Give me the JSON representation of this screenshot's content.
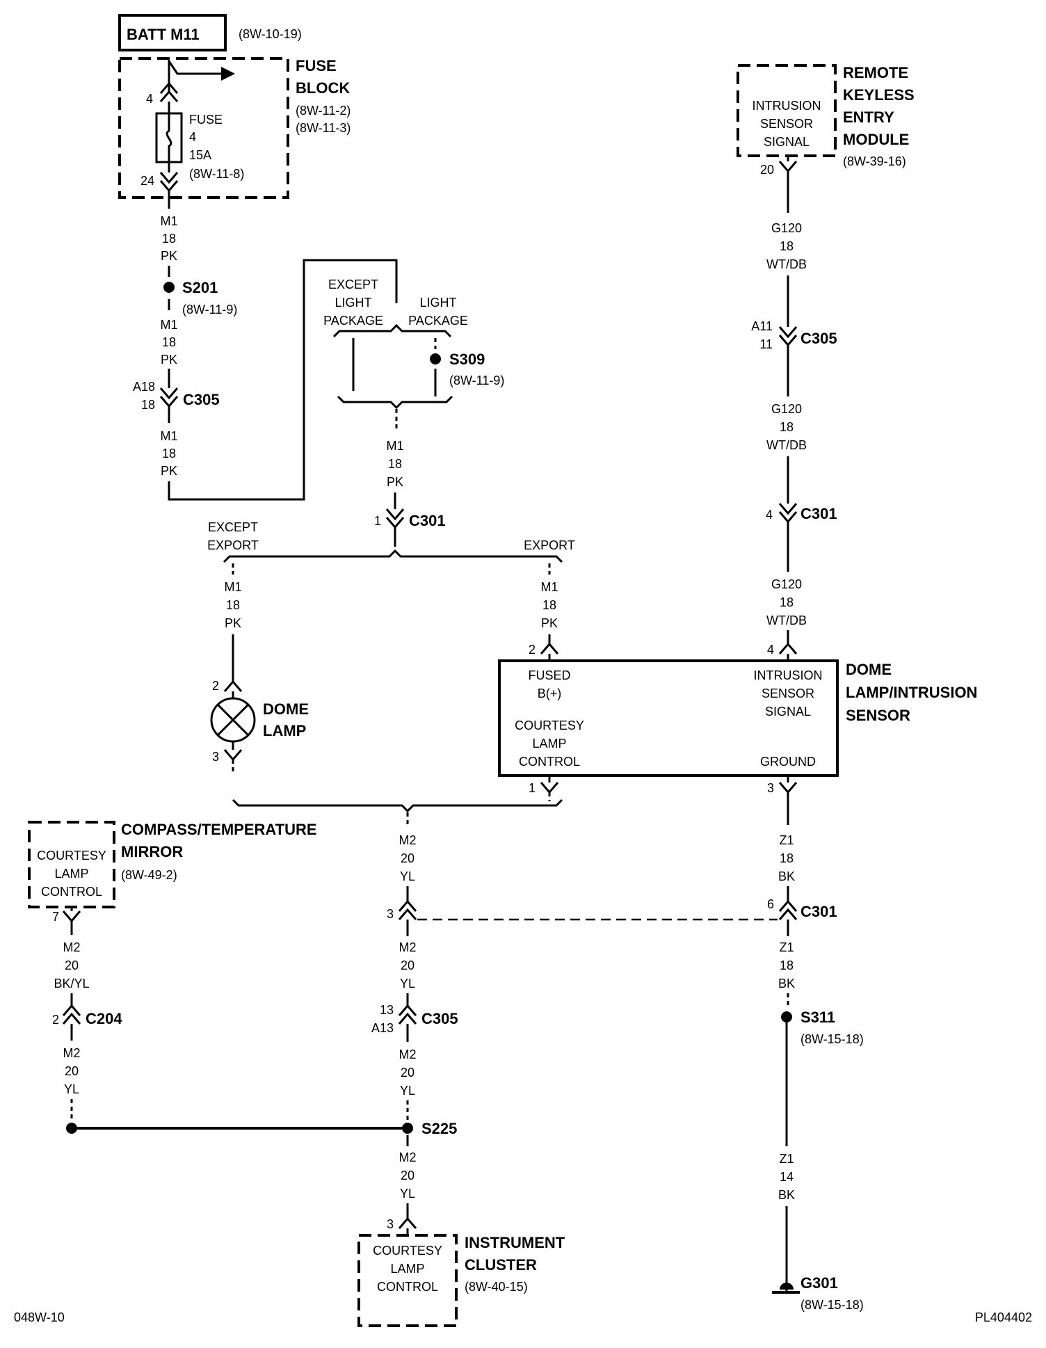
{
  "batt": {
    "label": "BATT M11",
    "ref": "(8W-10-19)"
  },
  "fuse_block": {
    "title_1": "FUSE",
    "title_2": "BLOCK",
    "ref_1": "(8W-11-2)",
    "ref_2": "(8W-11-3)",
    "pin_in": "4",
    "pin_out": "24",
    "fuse_label": "FUSE",
    "fuse_num": "4",
    "fuse_amp": "15A",
    "fuse_ref": "(8W-11-8)"
  },
  "wires": {
    "m1_18_pk": [
      "M1",
      "18",
      "PK"
    ],
    "g120_18_wtdb": [
      "G120",
      "18",
      "WT/DB"
    ],
    "m2_20_yl": [
      "M2",
      "20",
      "YL"
    ],
    "m2_20_bkyl": [
      "M2",
      "20",
      "BK/YL"
    ],
    "z1_18_bk": [
      "Z1",
      "18",
      "BK"
    ],
    "z1_14_bk": [
      "Z1",
      "14",
      "BK"
    ]
  },
  "splices": {
    "s201": {
      "name": "S201",
      "ref": "(8W-11-9)"
    },
    "s309": {
      "name": "S309",
      "ref": "(8W-11-9)"
    },
    "s311": {
      "name": "S311",
      "ref": "(8W-15-18)"
    },
    "s225": {
      "name": "S225"
    }
  },
  "connectors": {
    "c305_a": {
      "name": "C305",
      "pin_a": "A18",
      "pin_b": "18"
    },
    "c305_b": {
      "name": "C305",
      "pin_a": "A11",
      "pin_b": "11"
    },
    "c305_c": {
      "name": "C305",
      "pin_a": "13",
      "pin_b": "A13"
    },
    "c301_a": {
      "name": "C301",
      "pin": "1"
    },
    "c301_b": {
      "name": "C301",
      "pin": "4"
    },
    "c301_c": {
      "name": "C301",
      "pin_left": "3",
      "pin_right": "6"
    },
    "c204": {
      "name": "C204",
      "pin": "2"
    }
  },
  "options": {
    "except_light_1": "EXCEPT",
    "except_light_2": "LIGHT",
    "except_light_3": "PACKAGE",
    "light_1": "LIGHT",
    "light_2": "PACKAGE",
    "except_export_1": "EXCEPT",
    "except_export_2": "EXPORT",
    "export": "EXPORT"
  },
  "rke": {
    "title": [
      "REMOTE",
      "KEYLESS",
      "ENTRY",
      "MODULE"
    ],
    "ref": "(8W-39-16)",
    "inner": [
      "INTRUSION",
      "SENSOR",
      "SIGNAL"
    ],
    "pin": "20"
  },
  "dome_lamp": {
    "title_1": "DOME",
    "title_2": "LAMP",
    "pin_top": "2",
    "pin_bottom": "3"
  },
  "dome_sensor": {
    "title": [
      "DOME",
      "LAMP/INTRUSION",
      "SENSOR"
    ],
    "fused_1": "FUSED",
    "fused_2": "B(+)",
    "courtesy": [
      "COURTESY",
      "LAMP",
      "CONTROL"
    ],
    "intrusion": [
      "INTRUSION",
      "SENSOR",
      "SIGNAL"
    ],
    "ground": "GROUND",
    "pin_fused": "2",
    "pin_intrusion": "4",
    "pin_courtesy": "1",
    "pin_ground": "3"
  },
  "mirror": {
    "title_1": "COMPASS/TEMPERATURE",
    "title_2": "MIRROR",
    "ref": "(8W-49-2)",
    "inner": [
      "COURTESY",
      "LAMP",
      "CONTROL"
    ],
    "pin": "7"
  },
  "cluster": {
    "title_1": "INSTRUMENT",
    "title_2": "CLUSTER",
    "ref": "(8W-40-15)",
    "inner": [
      "COURTESY",
      "LAMP",
      "CONTROL"
    ],
    "pin": "3"
  },
  "ground": {
    "name": "G301",
    "ref": "(8W-15-18)"
  },
  "footer": {
    "left": "048W-10",
    "right": "PL404402"
  }
}
